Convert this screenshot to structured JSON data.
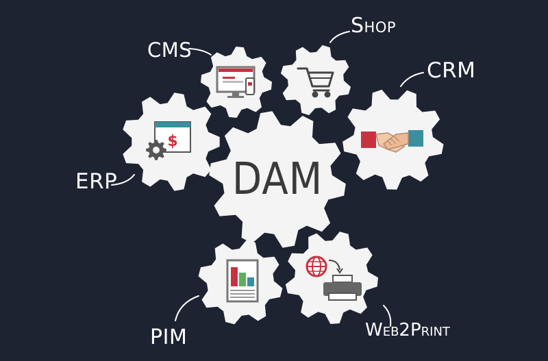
{
  "center": {
    "label": "DAM"
  },
  "systems": [
    {
      "key": "cms",
      "label": "CMS",
      "icon": "monitor-and-phone-icon"
    },
    {
      "key": "shop",
      "label": "Shop",
      "icon": "shopping-cart-icon"
    },
    {
      "key": "crm",
      "label": "CRM",
      "icon": "handshake-icon"
    },
    {
      "key": "erp",
      "label": "ERP",
      "icon": "finance-window-gear-icon"
    },
    {
      "key": "pim",
      "label": "PIM",
      "icon": "product-sheet-chart-icon"
    },
    {
      "key": "web2print",
      "label": "Web2Print",
      "icon": "globe-to-printer-icon"
    }
  ],
  "colors": {
    "background": "#1e2332",
    "gear": "#f4f4f4",
    "accent_red": "#c8323f",
    "accent_teal": "#3a8e9e",
    "icon_gray": "#555555",
    "label": "#ffffff"
  }
}
